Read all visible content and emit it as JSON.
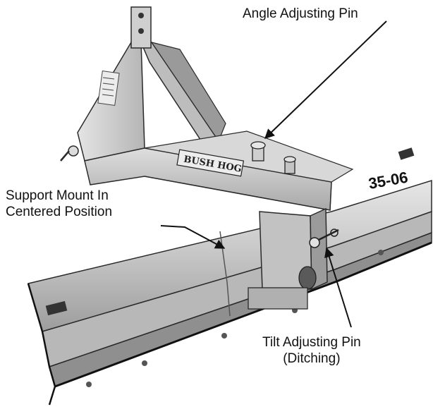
{
  "callouts": {
    "angle_pin": "Angle Adjusting Pin",
    "support_mount_line1": "Support Mount In",
    "support_mount_line2": "Centered Position",
    "tilt_pin_line1": "Tilt Adjusting Pin",
    "tilt_pin_line2": "(Ditching)"
  },
  "machine": {
    "brand": "BUSH HOG",
    "model": "35-06"
  },
  "colors": {
    "paint_light": "#d4d4d4",
    "paint_mid": "#a9a9a9",
    "paint_dark": "#6e6e6e",
    "outline": "#1e1e1e"
  }
}
